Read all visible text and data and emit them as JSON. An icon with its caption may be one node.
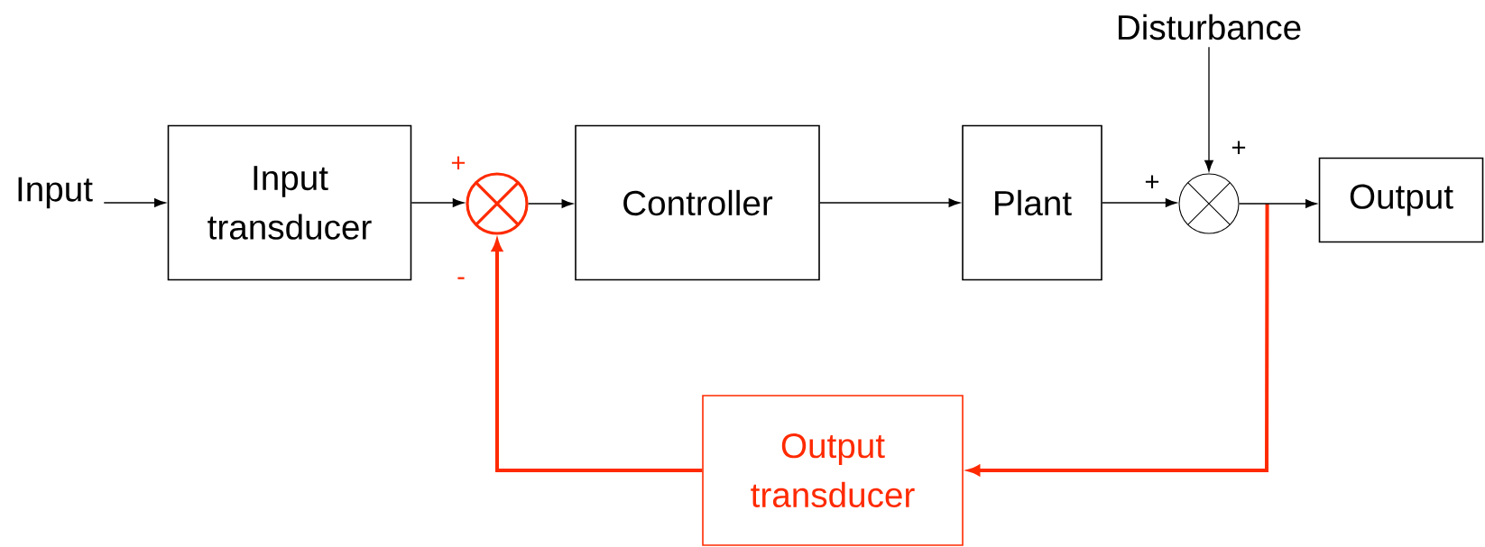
{
  "diagram": {
    "nodes": [
      {
        "text": [
          "Input"
        ]
      },
      {
        "text": [
          "Input transducer"
        ]
      },
      {
        "text": [],
        "shape": "circle"
      },
      {
        "text": [
          "Controller"
        ]
      },
      {
        "text": [
          "Plant"
        ]
      },
      {
        "text": [],
        "shape": "circle"
      },
      {
        "text": [
          "Output"
        ]
      },
      {
        "text": [
          "Disturbance"
        ]
      },
      {
        "text": [
          "Output transducer"
        ]
      }
    ],
    "edges": [
      {
        "from": 0,
        "to": 1,
        "arrow": "to"
      },
      {
        "from": 1,
        "to": 2,
        "arrow": "to"
      },
      {
        "from": 2,
        "to": 3,
        "arrow": "to"
      },
      {
        "from": 3,
        "to": 4,
        "arrow": "to"
      },
      {
        "from": 4,
        "to": 5,
        "arrow": "to"
      },
      {
        "from": 5,
        "to": 6,
        "arrow": "to"
      },
      {
        "from": 7,
        "to": 5,
        "arrow": "to"
      },
      {
        "from": 5,
        "to": 8,
        "arrow": "to",
        "style": "thick",
        "color": "#ff2a00"
      },
      {
        "from": 8,
        "to": 2,
        "arrow": "to",
        "style": "thick",
        "color": "#ff2a00"
      }
    ],
    "labels": [
      "+",
      "-",
      "+",
      "+"
    ]
  }
}
